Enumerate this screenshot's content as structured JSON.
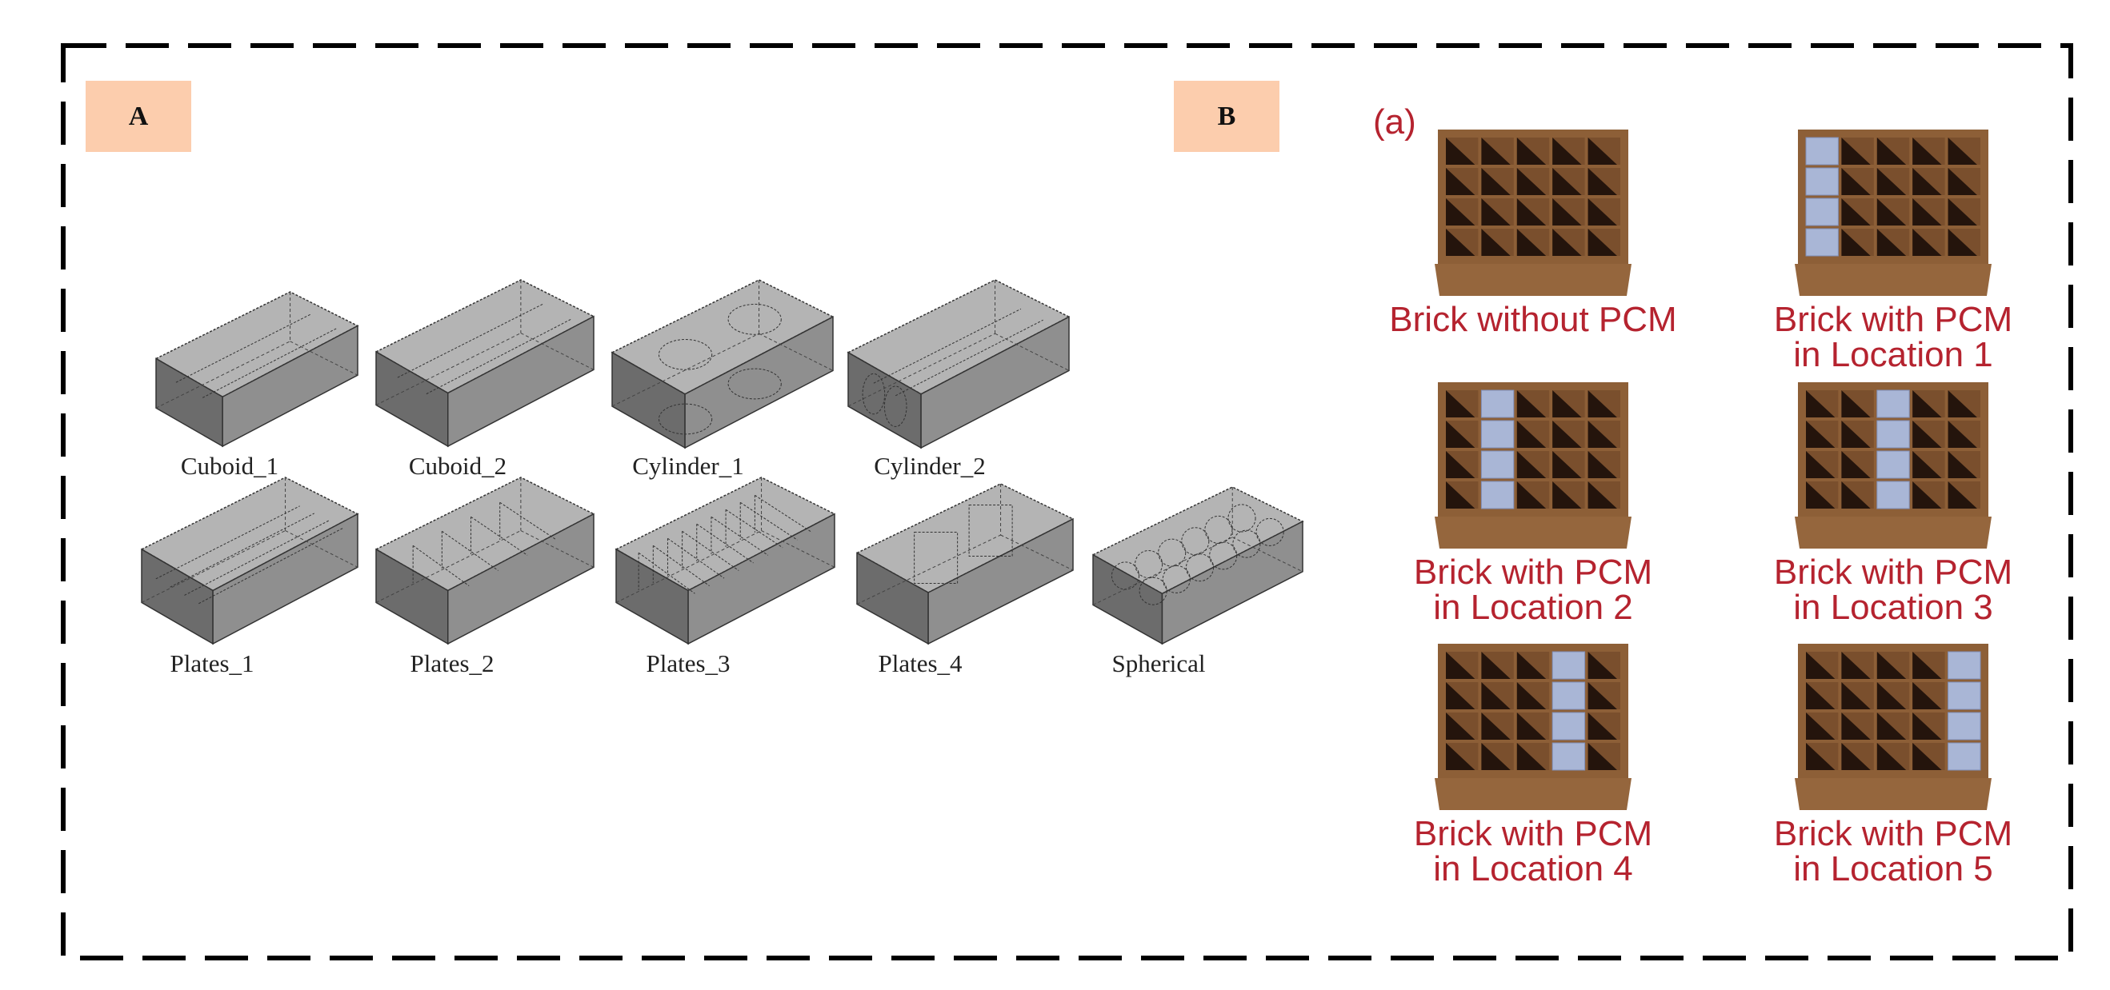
{
  "figure": {
    "panel_a": {
      "tag": "A",
      "shapes": [
        {
          "label": "Cuboid_1",
          "type": "cuboid"
        },
        {
          "label": "Cuboid_2",
          "type": "cuboid"
        },
        {
          "label": "Cylinder_1",
          "type": "cylinder-vertical"
        },
        {
          "label": "Cylinder_2",
          "type": "cylinder-horizontal"
        },
        {
          "label": "Plates_1",
          "type": "plates-horizontal"
        },
        {
          "label": "Plates_2",
          "type": "plates-vertical-few"
        },
        {
          "label": "Plates_3",
          "type": "plates-vertical-many"
        },
        {
          "label": "Plates_4",
          "type": "plates-boxes"
        },
        {
          "label": "Spherical",
          "type": "spheres"
        }
      ]
    },
    "panel_b": {
      "tag": "B",
      "sublabel": "(a)",
      "bricks": [
        {
          "label_lines": [
            "Brick without PCM"
          ],
          "pcm_column": null
        },
        {
          "label_lines": [
            "Brick with PCM",
            "in Location 1"
          ],
          "pcm_column": 1
        },
        {
          "label_lines": [
            "Brick with PCM",
            "in Location 2"
          ],
          "pcm_column": 2
        },
        {
          "label_lines": [
            "Brick with PCM",
            "in Location 3"
          ],
          "pcm_column": 3
        },
        {
          "label_lines": [
            "Brick with PCM",
            "in Location 4"
          ],
          "pcm_column": 4
        },
        {
          "label_lines": [
            "Brick with PCM",
            "in Location 5"
          ],
          "pcm_column": 5
        }
      ],
      "grid": {
        "columns": 5,
        "rows": 4
      }
    },
    "colors": {
      "tag_bg": "#fccdad",
      "label_red": "#b5232f",
      "brick_brown": "#8a5a34",
      "pcm_blue": "#a9b6d6",
      "border": "#000000"
    }
  }
}
